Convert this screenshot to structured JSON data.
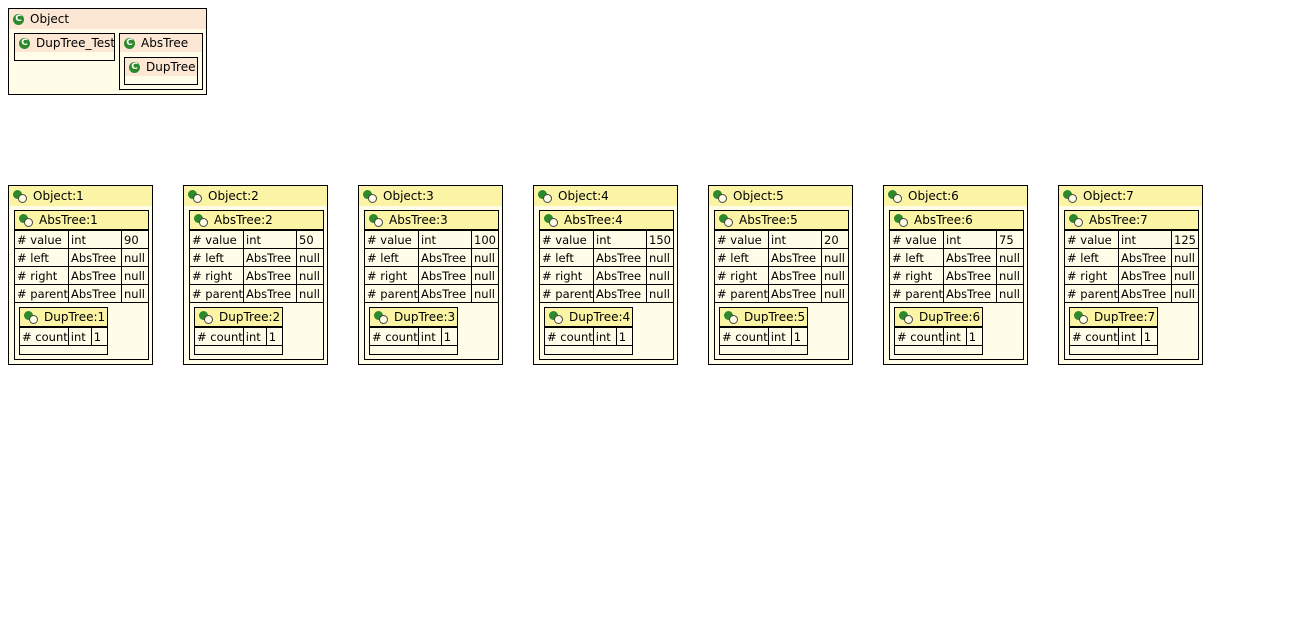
{
  "class_diagram": {
    "object_label": "Object",
    "dup_tree_test_label": "DupTree_Test",
    "abs_tree_label": "AbsTree",
    "dup_tree_label": "DupTree"
  },
  "instances": [
    {
      "object_label": "Object:1",
      "abs_label": "AbsTree:1",
      "dup_label": "DupTree:1",
      "fields": [
        [
          "# value",
          "int",
          "90"
        ],
        [
          "# left",
          "AbsTree",
          "null"
        ],
        [
          "# right",
          "AbsTree",
          "null"
        ],
        [
          "# parent",
          "AbsTree",
          "null"
        ]
      ],
      "count": [
        "# count",
        "int",
        "1"
      ]
    },
    {
      "object_label": "Object:2",
      "abs_label": "AbsTree:2",
      "dup_label": "DupTree:2",
      "fields": [
        [
          "# value",
          "int",
          "50"
        ],
        [
          "# left",
          "AbsTree",
          "null"
        ],
        [
          "# right",
          "AbsTree",
          "null"
        ],
        [
          "# parent",
          "AbsTree",
          "null"
        ]
      ],
      "count": [
        "# count",
        "int",
        "1"
      ]
    },
    {
      "object_label": "Object:3",
      "abs_label": "AbsTree:3",
      "dup_label": "DupTree:3",
      "fields": [
        [
          "# value",
          "int",
          "100"
        ],
        [
          "# left",
          "AbsTree",
          "null"
        ],
        [
          "# right",
          "AbsTree",
          "null"
        ],
        [
          "# parent",
          "AbsTree",
          "null"
        ]
      ],
      "count": [
        "# count",
        "int",
        "1"
      ]
    },
    {
      "object_label": "Object:4",
      "abs_label": "AbsTree:4",
      "dup_label": "DupTree:4",
      "fields": [
        [
          "# value",
          "int",
          "150"
        ],
        [
          "# left",
          "AbsTree",
          "null"
        ],
        [
          "# right",
          "AbsTree",
          "null"
        ],
        [
          "# parent",
          "AbsTree",
          "null"
        ]
      ],
      "count": [
        "# count",
        "int",
        "1"
      ]
    },
    {
      "object_label": "Object:5",
      "abs_label": "AbsTree:5",
      "dup_label": "DupTree:5",
      "fields": [
        [
          "# value",
          "int",
          "20"
        ],
        [
          "# left",
          "AbsTree",
          "null"
        ],
        [
          "# right",
          "AbsTree",
          "null"
        ],
        [
          "# parent",
          "AbsTree",
          "null"
        ]
      ],
      "count": [
        "# count",
        "int",
        "1"
      ]
    },
    {
      "object_label": "Object:6",
      "abs_label": "AbsTree:6",
      "dup_label": "DupTree:6",
      "fields": [
        [
          "# value",
          "int",
          "75"
        ],
        [
          "# left",
          "AbsTree",
          "null"
        ],
        [
          "# right",
          "AbsTree",
          "null"
        ],
        [
          "# parent",
          "AbsTree",
          "null"
        ]
      ],
      "count": [
        "# count",
        "int",
        "1"
      ]
    },
    {
      "object_label": "Object:7",
      "abs_label": "AbsTree:7",
      "dup_label": "DupTree:7",
      "fields": [
        [
          "# value",
          "int",
          "125"
        ],
        [
          "# left",
          "AbsTree",
          "null"
        ],
        [
          "# right",
          "AbsTree",
          "null"
        ],
        [
          "# parent",
          "AbsTree",
          "null"
        ]
      ],
      "count": [
        "# count",
        "int",
        "1"
      ]
    }
  ],
  "colors": {
    "class_header": "#fbe7d3",
    "instance_header": "#fbf4a5",
    "box_body": "#fffce8",
    "icon_green": "#2c8a2c"
  },
  "icons": {
    "class": "class-c-icon",
    "instance": "object-instance-icon"
  }
}
